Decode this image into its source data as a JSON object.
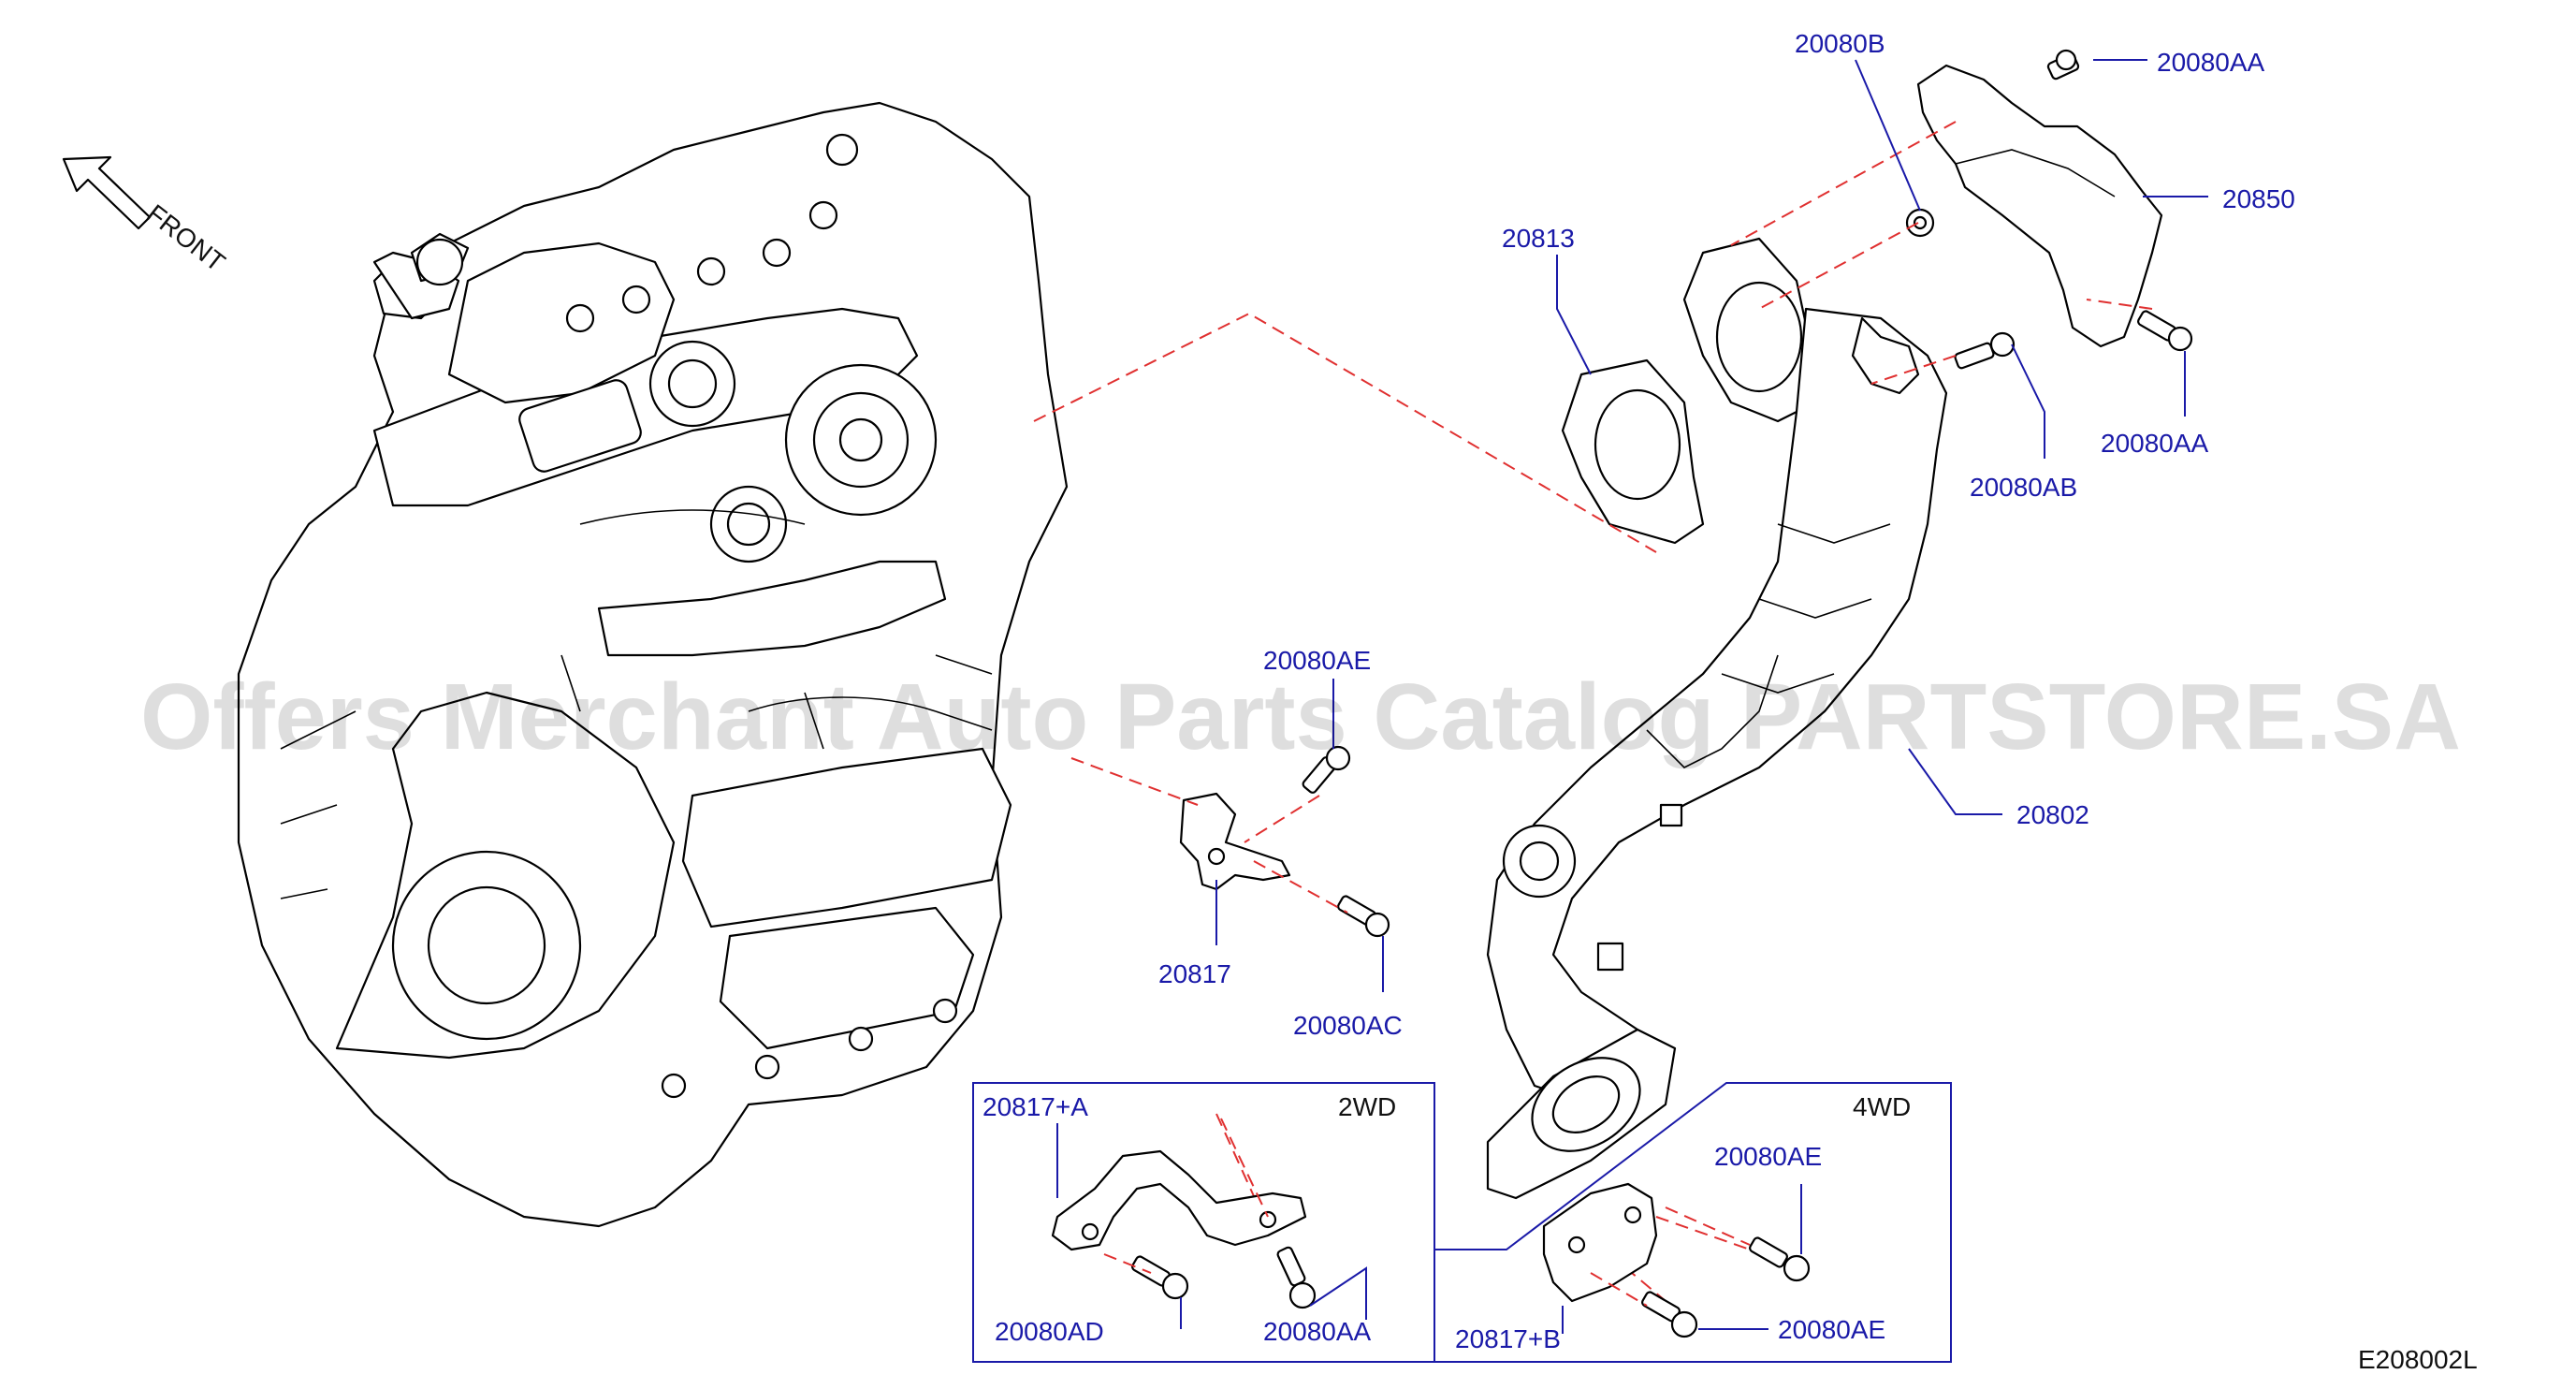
{
  "diagram": {
    "front_label": "FRONT",
    "diagram_code": "E208002L",
    "watermark": "Offers Merchant Auto Parts Catalog PARTSTORE.SA",
    "label_color": "#1a1aa8",
    "callout_color": "#e03030",
    "variants": {
      "wd2": "2WD",
      "wd4": "4WD"
    },
    "parts": {
      "p20080b": "20080B",
      "p20080aa_top": "20080AA",
      "p20850": "20850",
      "p20813": "20813",
      "p20080aa_right": "20080AA",
      "p20080ab": "20080AB",
      "p20080ae_mid": "20080AE",
      "p20802": "20802",
      "p20817": "20817",
      "p20080ac": "20080AC",
      "p20817a": "20817+A",
      "p20080ad": "20080AD",
      "p20080aa_box": "20080AA",
      "p20080ae_box_top": "20080AE",
      "p20817b": "20817+B",
      "p20080ae_box_bottom": "20080AE"
    }
  }
}
